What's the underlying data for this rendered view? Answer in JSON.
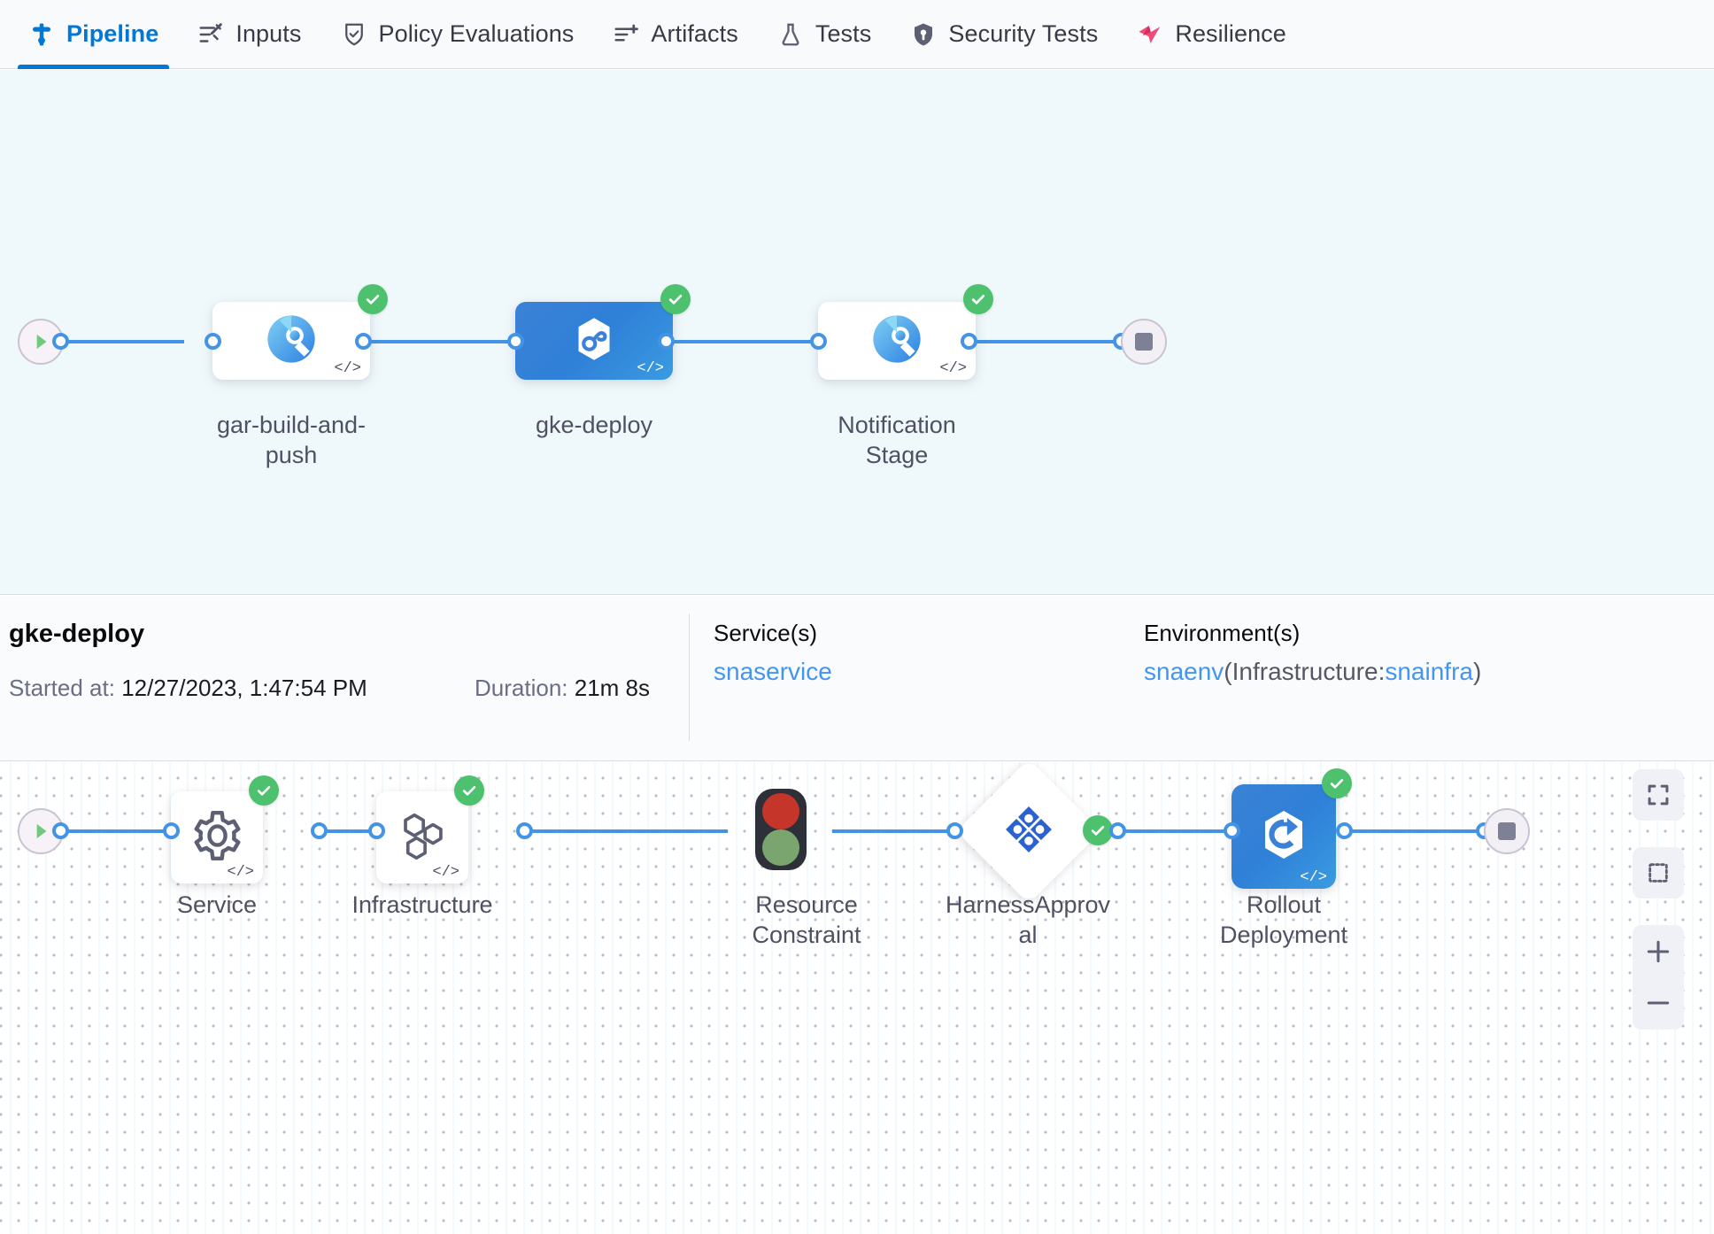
{
  "tabs": [
    {
      "label": "Pipeline",
      "icon": "pipeline-icon",
      "active": true
    },
    {
      "label": "Inputs",
      "icon": "inputs-icon",
      "active": false
    },
    {
      "label": "Policy Evaluations",
      "icon": "policy-shield-icon",
      "active": false
    },
    {
      "label": "Artifacts",
      "icon": "artifacts-list-icon",
      "active": false
    },
    {
      "label": "Tests",
      "icon": "flask-icon",
      "active": false
    },
    {
      "label": "Security Tests",
      "icon": "security-shield-icon",
      "active": false
    },
    {
      "label": "Resilience",
      "icon": "resilience-icon",
      "active": false
    }
  ],
  "pipeline_graph": {
    "start_node": "start-node",
    "end_node": "end-node",
    "stages": [
      {
        "label": "gar-build-and-\npush",
        "status": "success",
        "selected": false,
        "icon": "build-stage-icon"
      },
      {
        "label": "gke-deploy",
        "status": "success",
        "selected": true,
        "icon": "deploy-stage-icon"
      },
      {
        "label": "Notification\nStage",
        "status": "success",
        "selected": false,
        "icon": "build-stage-icon"
      }
    ]
  },
  "detail": {
    "title": "gke-deploy",
    "started_label": "Started at:",
    "started_value": "12/27/2023, 1:47:54 PM",
    "duration_label": "Duration:",
    "duration_value": "21m 8s",
    "service_header": "Service(s)",
    "service_value": "snaservice",
    "environment_header": "Environment(s)",
    "environment_name": "snaenv",
    "environment_infra_prefix": "(Infrastructure:",
    "environment_infra_name": "snainfra",
    "environment_infra_suffix": ")"
  },
  "stage_graph": {
    "start_node": "start-node",
    "end_node": "end-node",
    "steps": [
      {
        "label": "Service",
        "status": "success",
        "shape": "card",
        "icon": "gear-icon"
      },
      {
        "label": "Infrastructure",
        "status": "success",
        "shape": "card",
        "icon": "hexagons-icon"
      },
      {
        "label": "Resource\nConstraint",
        "status": "none",
        "shape": "bare",
        "icon": "traffic-light-icon"
      },
      {
        "label": "HarnessApprov\nal",
        "status": "success",
        "shape": "diamond",
        "icon": "harness-approval-icon"
      },
      {
        "label": "Rollout\nDeployment",
        "status": "success",
        "shape": "card-blue",
        "icon": "rollout-deployment-icon"
      }
    ]
  },
  "zoom_controls": [
    {
      "name": "fit-to-screen-button",
      "icon": "expand-corners-icon"
    },
    {
      "name": "select-area-button",
      "icon": "dashed-square-icon"
    },
    {
      "name": "zoom-in-button",
      "icon": "plus-icon"
    },
    {
      "name": "zoom-out-button",
      "icon": "minus-icon"
    }
  ],
  "colors": {
    "accent_blue": "#0278d5",
    "edge_blue": "#4394e5",
    "success_green": "#4dc16e",
    "canvas_top_bg": "#eff8fb",
    "resilience_pink": "#ec4d78",
    "node_blue": "#3b82d6"
  }
}
